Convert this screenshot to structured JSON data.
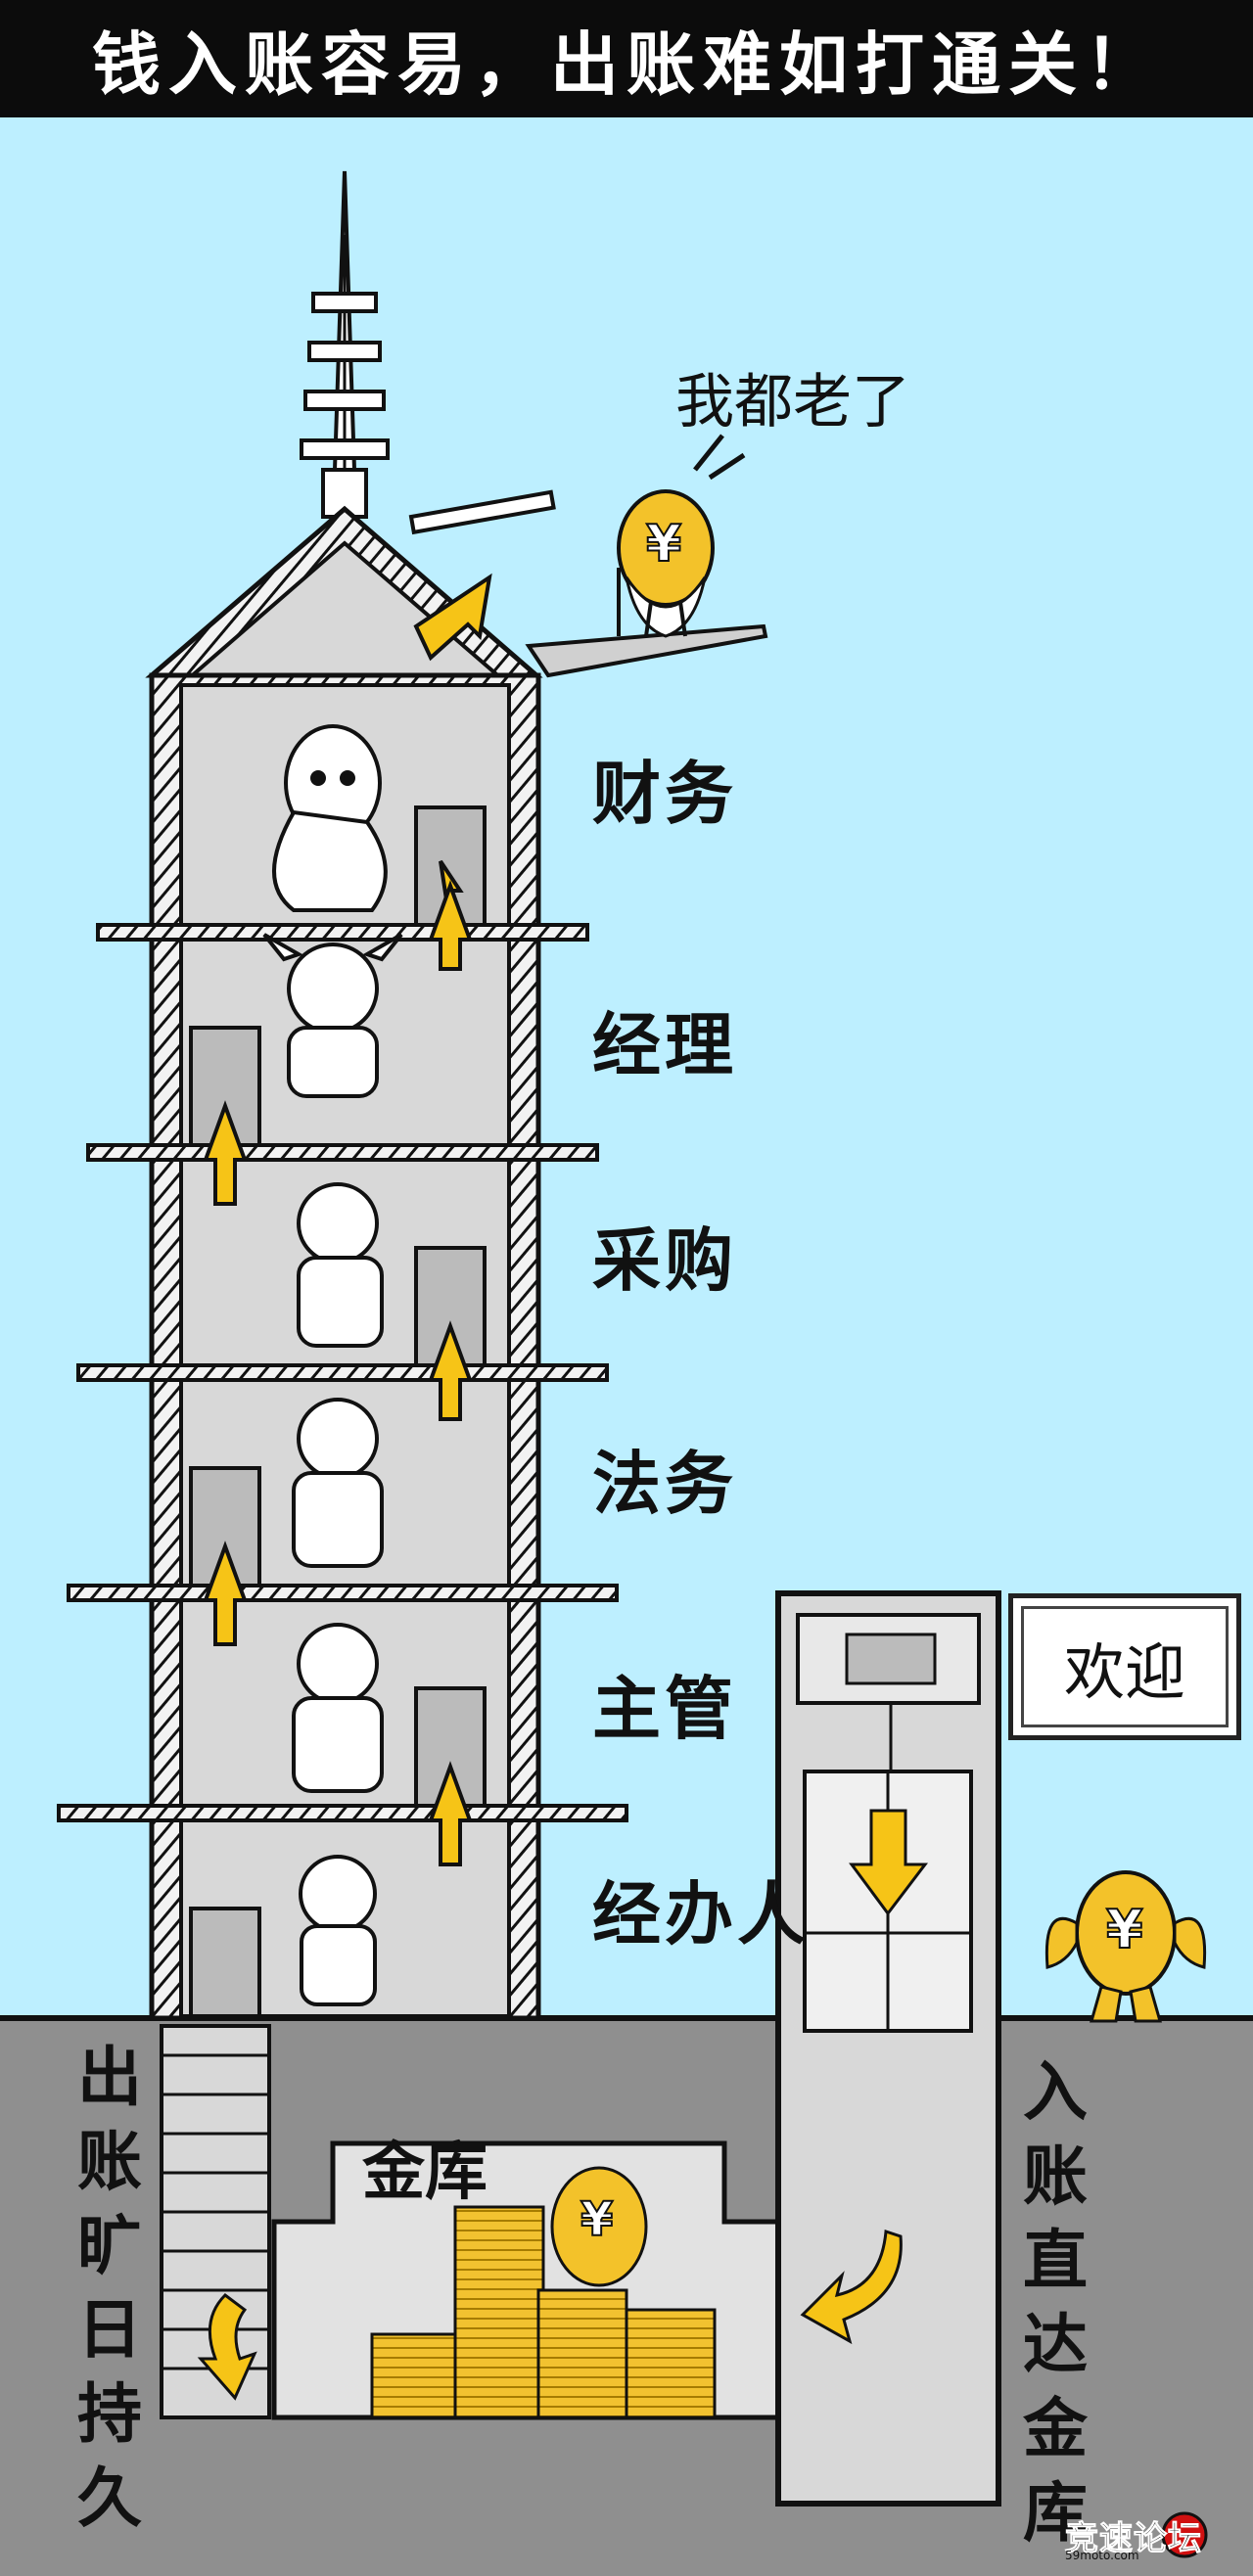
{
  "title": "钱入账容易，出账难如打通关！",
  "speech_bubble": "我都老了",
  "floors": [
    "财务",
    "经理",
    "采购",
    "法务",
    "主管",
    "经办人"
  ],
  "exit_side_label": "出账旷日持久",
  "entry_side_label": "入账直达金库",
  "vault_label": "金库",
  "welcome_sign": "欢迎",
  "coin_symbol": "¥",
  "logo": {
    "name": "竞速论坛",
    "site": "59moto.com"
  },
  "colors": {
    "sky": "#bdefff",
    "ground": "#8f8f8f",
    "arrow": "#f6c417",
    "coin": "#f3c22a",
    "ink": "#111111"
  }
}
